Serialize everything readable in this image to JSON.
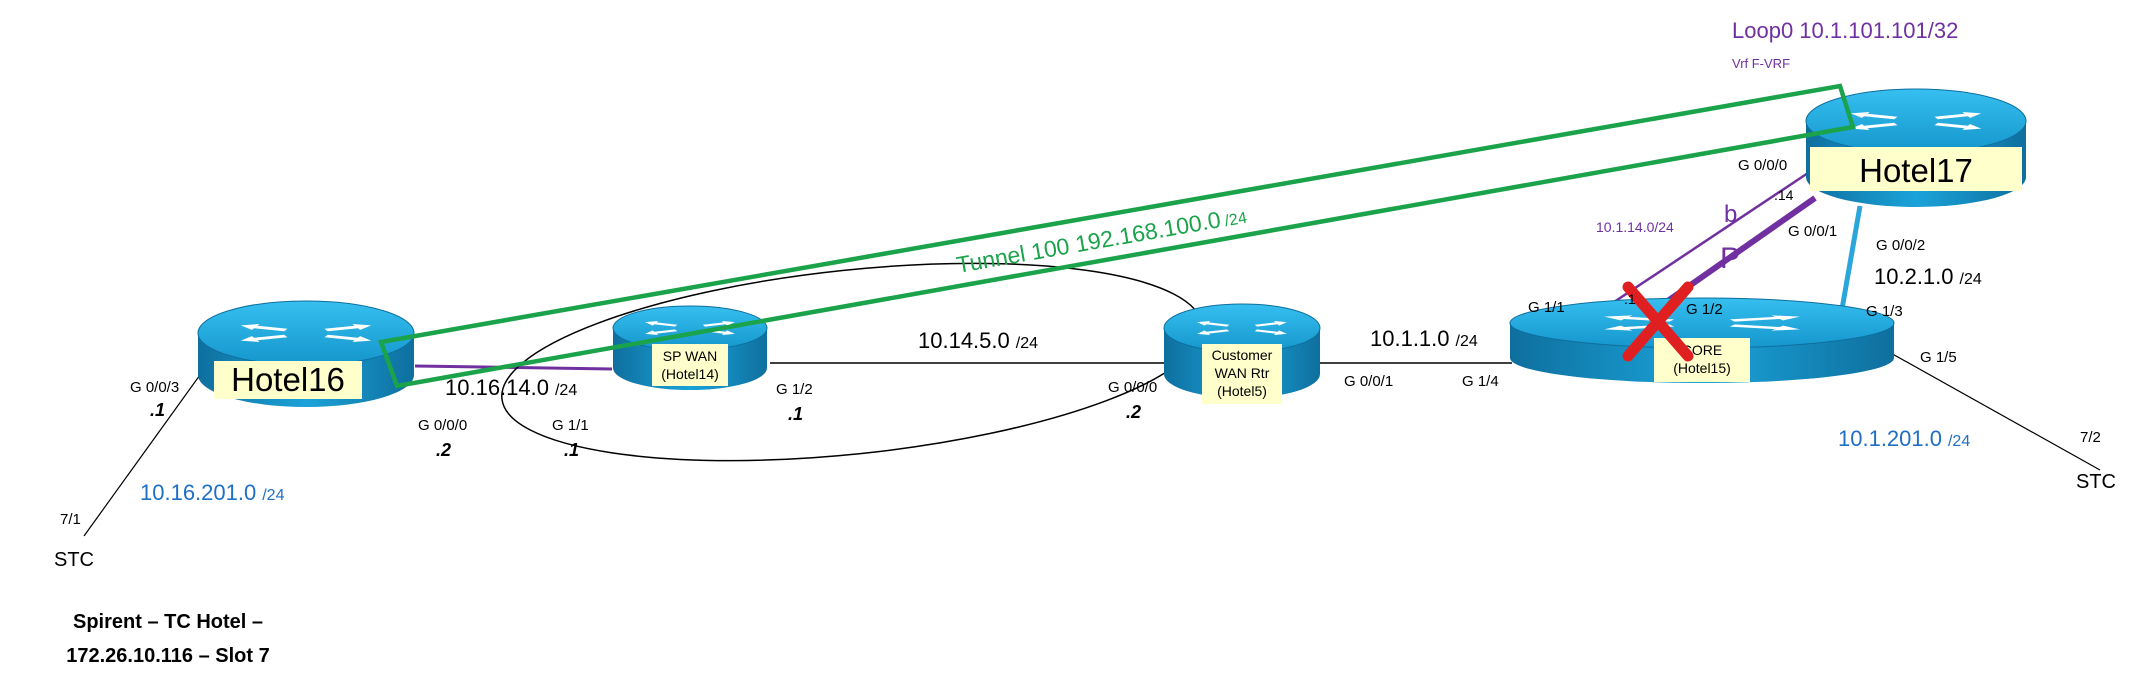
{
  "colors": {
    "router_blue": "#1a9fd6",
    "router_dark": "#0d6d9a",
    "label_fill": "#ffffcc",
    "tunnel_green": "#1aa34a",
    "vrf_purple": "#7030a0",
    "subnet_blue": "#1f6fc5",
    "fail_red": "#e02020"
  },
  "routers": {
    "hotel16": {
      "label": "Hotel16"
    },
    "spwan": {
      "line1": "SP WAN",
      "line2": "(Hotel14)"
    },
    "cwan": {
      "line1": "Customer",
      "line2": "WAN Rtr",
      "line3": "(Hotel5)"
    },
    "core": {
      "line1": "CORE",
      "line2": "(Hotel15)"
    },
    "hotel17": {
      "label": "Hotel17"
    }
  },
  "interfaces": {
    "h16_g003": "G 0/0/3",
    "h16_g003_addr": ".1",
    "h16_g000": "G 0/0/0",
    "h16_g000_addr": ".2",
    "sp_g11": "G 1/1",
    "sp_g11_addr": ".1",
    "sp_g12": "G 1/2",
    "sp_g12_addr": ".1",
    "cw_g000": "G 0/0/0",
    "cw_g000_addr": ".2",
    "cw_g001": "G 0/0/1",
    "core_g14": "G 1/4",
    "core_g11": "G 1/1",
    "core_g11_addr": ".1",
    "core_g12": "G 1/2",
    "core_g13": "G 1/3",
    "core_g15": "G 1/5",
    "h17_g000": "G 0/0/0",
    "h17_g000_addr": ".14",
    "h17_g001": "G 0/0/1",
    "h17_g002": "G 0/0/2"
  },
  "subnets": {
    "net_10_16_14_main": "10.16.14.0",
    "net_10_16_14_mask": "/24",
    "net_10_14_5_main": "10.14.5.0",
    "net_10_14_5_mask": "/24",
    "net_10_1_1_main": "10.1.1.0",
    "net_10_1_1_mask": "/24",
    "net_10_2_1_main": "10.2.1.0",
    "net_10_2_1_mask": "/24",
    "net_10_16_201_main": "10.16.201.0",
    "net_10_16_201_mask": "/24",
    "net_10_1_201_main": "10.1.201.0",
    "net_10_1_201_mask": "/24",
    "net_10_1_14": "10.1.14.0/24"
  },
  "tunnel": {
    "label_main": "Tunnel 100  192.168.100.0",
    "label_mask": "/24"
  },
  "loopback": {
    "label": "Loop0 10.1.101.101/32",
    "vrf": "Vrf F-VRF"
  },
  "link_marks": {
    "b": "b",
    "p": "P"
  },
  "stc": {
    "left_port": "7/1",
    "left_label": "STC",
    "right_port": "7/2",
    "right_label": "STC"
  },
  "footer": {
    "line1": "Spirent – TC Hotel –",
    "line2": "172.26.10.116 – Slot 7"
  }
}
